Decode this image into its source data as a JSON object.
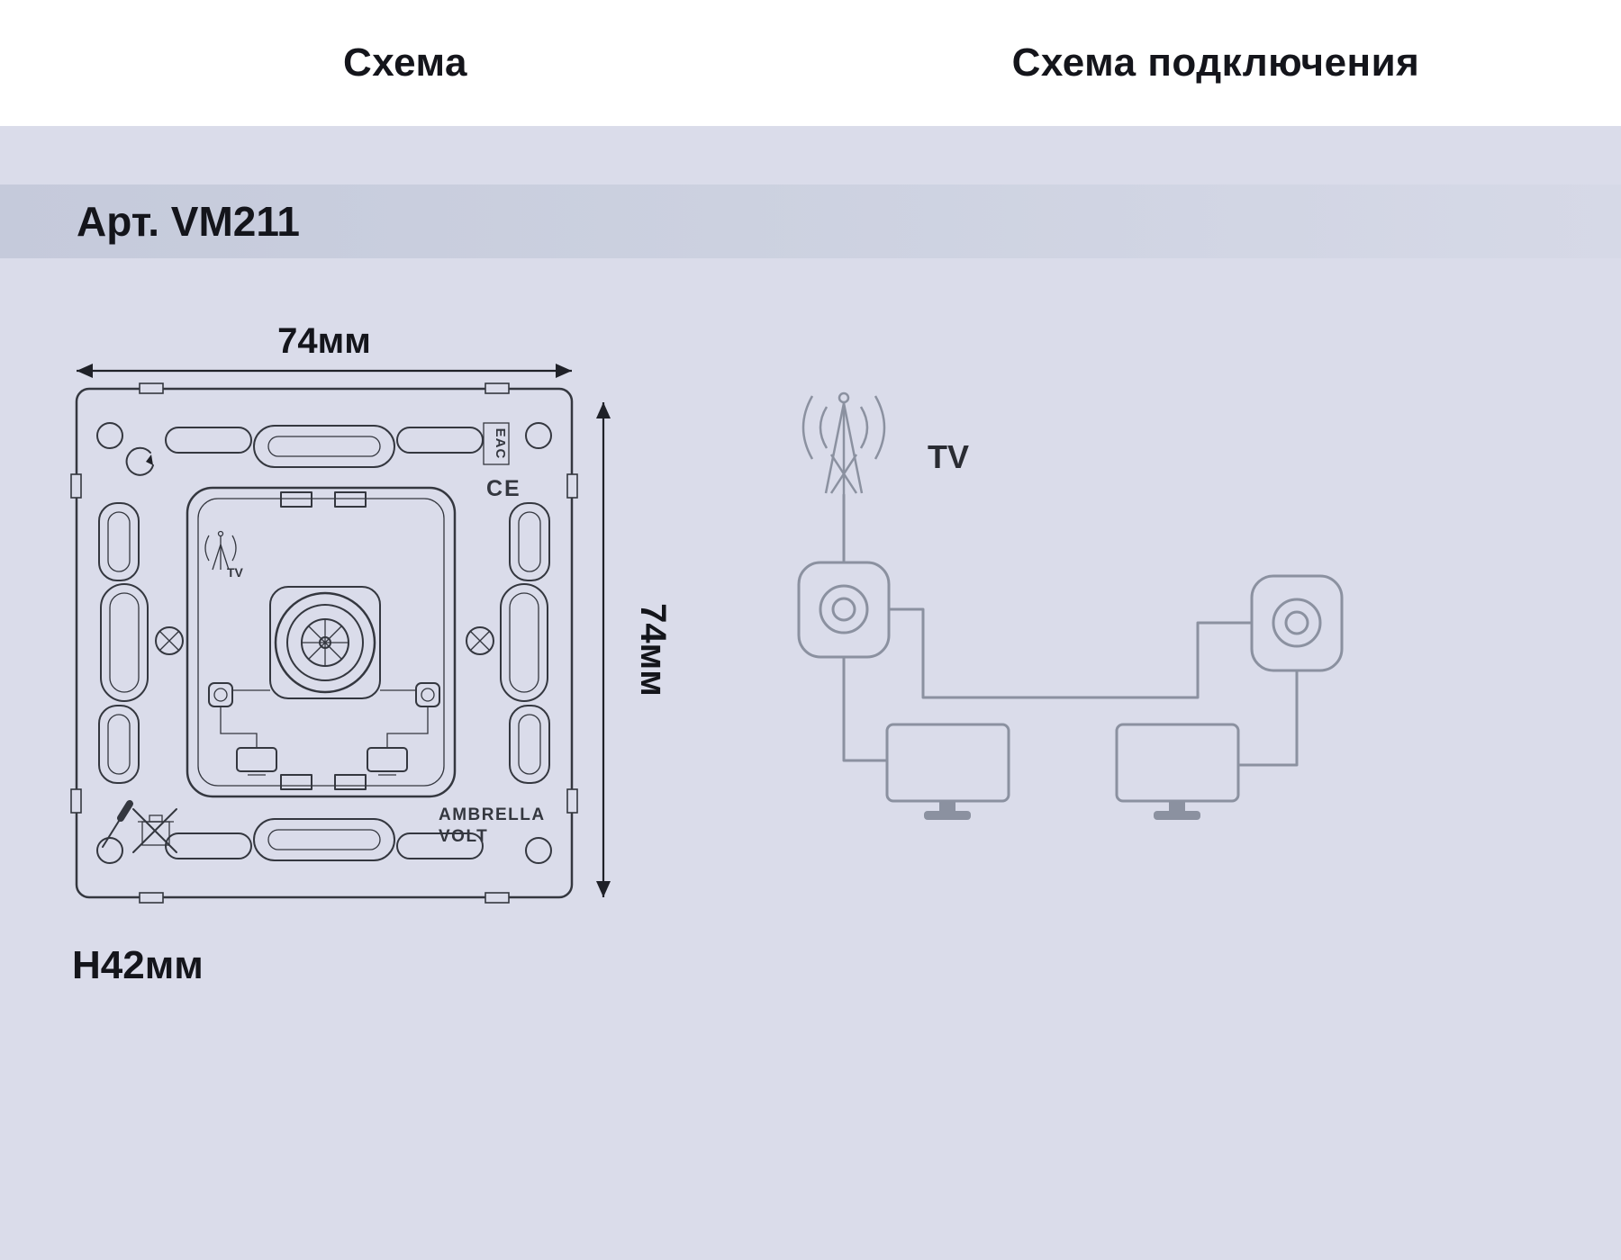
{
  "header": {
    "left_title": "Схема",
    "right_title": "Схема подключения"
  },
  "article": {
    "label": "Арт. VM211"
  },
  "dimensions": {
    "width": "74мм",
    "height": "74мм",
    "depth": "H42мм"
  },
  "drawing": {
    "antenna_tv_label": "TV",
    "eac_mark": "EAC",
    "ce_mark": "CE",
    "brand_line1": "AMBRELLA",
    "brand_line2": "VOLT"
  },
  "connection": {
    "tv_label": "TV"
  },
  "colors": {
    "background": "#dadcea",
    "band": "#c6cbdc",
    "header_background": "#ffffff",
    "drawing_line": "#34373f",
    "connection_line": "#8b91a0",
    "text": "#14151b"
  }
}
